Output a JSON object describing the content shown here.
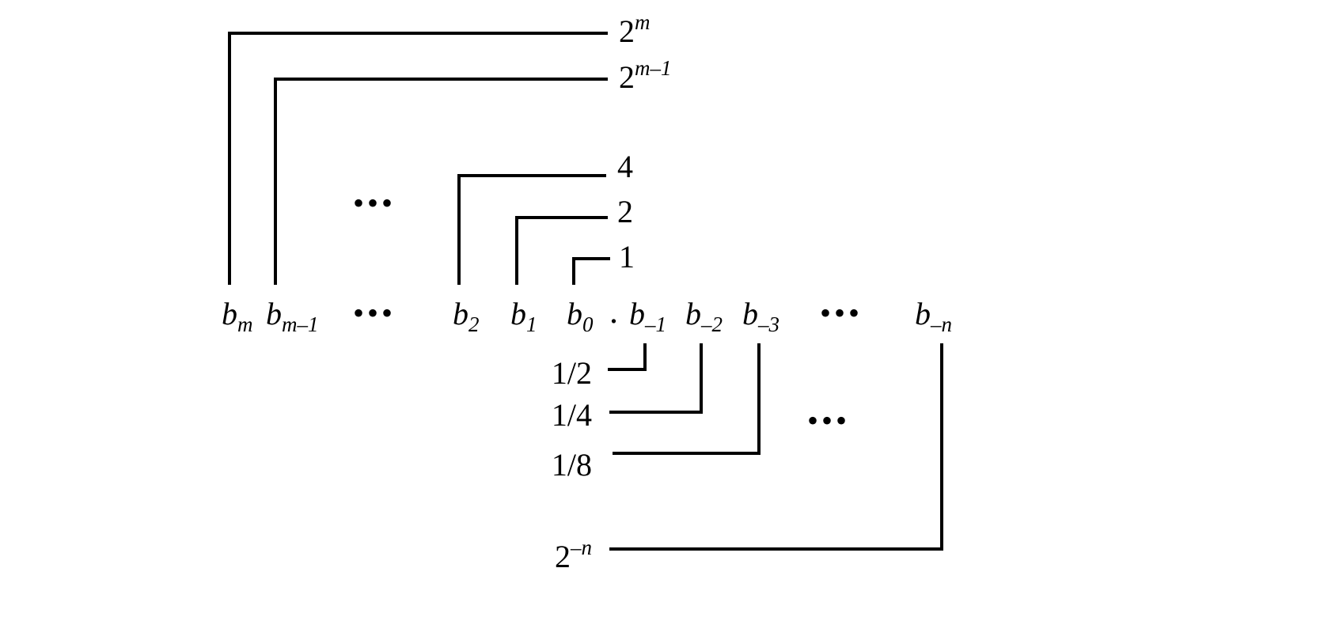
{
  "bits": [
    {
      "base": "b",
      "sub": "m"
    },
    {
      "base": "b",
      "sub": "m–1"
    },
    {
      "base": "b",
      "sub": "2"
    },
    {
      "base": "b",
      "sub": "1"
    },
    {
      "base": "b",
      "sub": "0"
    },
    {
      "base": "b",
      "sub": "–1"
    },
    {
      "base": "b",
      "sub": "–2"
    },
    {
      "base": "b",
      "sub": "–3"
    },
    {
      "base": "b",
      "sub": "–n"
    }
  ],
  "binary_point": ".",
  "ellipsis": "•••",
  "weights_integer": [
    {
      "base": "2",
      "exp": "m"
    },
    {
      "base": "2",
      "exp": "m–1"
    },
    {
      "base": "4",
      "exp": ""
    },
    {
      "base": "2",
      "exp": ""
    },
    {
      "base": "1",
      "exp": ""
    }
  ],
  "weights_fraction": [
    {
      "base": "1/2",
      "exp": ""
    },
    {
      "base": "1/4",
      "exp": ""
    },
    {
      "base": "1/8",
      "exp": ""
    },
    {
      "base": "2",
      "exp": "–n"
    }
  ],
  "line_color": "#000000"
}
